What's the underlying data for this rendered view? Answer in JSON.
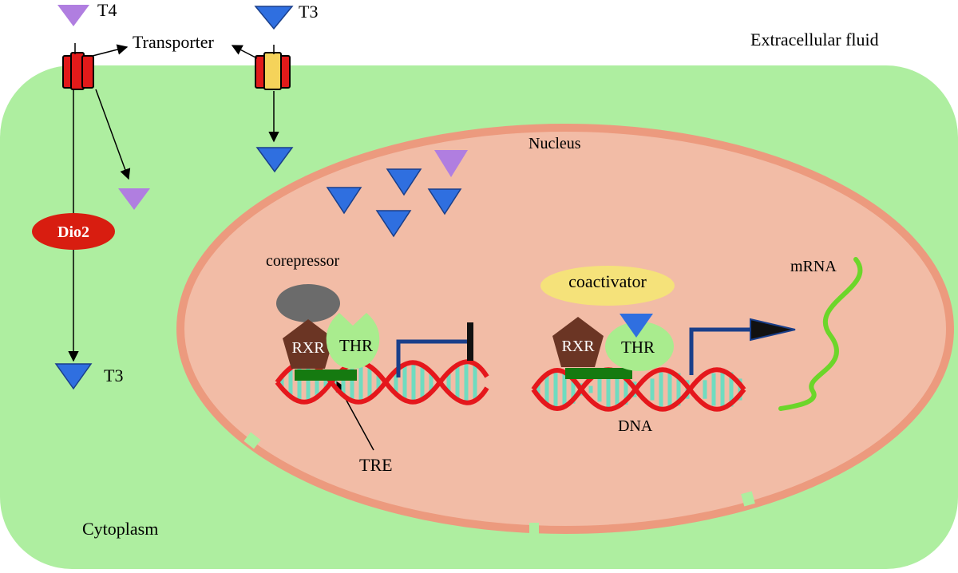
{
  "labels": {
    "extracellular": "Extracellular fluid",
    "cytoplasm": "Cytoplasm",
    "nucleus": "Nucleus",
    "transporter": "Transporter",
    "t4": "T4",
    "t3_top": "T3",
    "t3_bottom": "T3",
    "dio2": "Dio2",
    "corepressor": "corepressor",
    "coactivator": "coactivator",
    "rxr_left": "RXR",
    "thr_left": "THR",
    "rxr_right": "RXR",
    "thr_right": "THR",
    "tre": "TRE",
    "dna": "DNA",
    "mrna": "mRNA"
  },
  "colors": {
    "cytoplasm": "#aeeea0",
    "nucleus_fill": "#f2bca6",
    "nucleus_border": "#ec9a7e",
    "t3": "#2f6fe0",
    "t4": "#b07ee0",
    "transporter_t4": "#e11a1a",
    "transporter_t3": "#f5d35a",
    "dio2": "#d81d10",
    "corepressor": "#6b6b6b",
    "coactivator": "#f5e27a",
    "rxr": "#6b3524",
    "thr": "#a9ec8e",
    "tre": "#157a10",
    "dna_strand": "#e5171c",
    "dna_rungs": "#6fdcc0",
    "mrna": "#6cd62a"
  }
}
